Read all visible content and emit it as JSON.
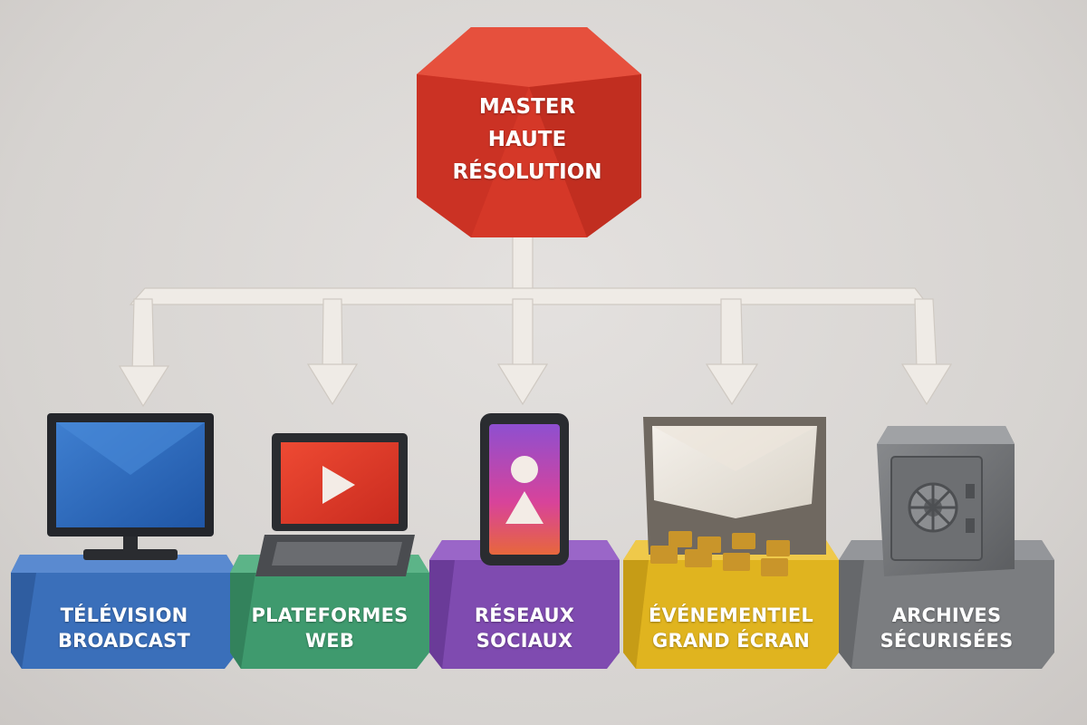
{
  "master": {
    "lines": [
      "MASTER",
      "HAUTE",
      "RÉSOLUTION"
    ],
    "color": "#d83a2b"
  },
  "outputs": [
    {
      "id": "television",
      "lines": [
        "TÉLÉVISION",
        "BROADCAST"
      ],
      "color": "#3a6fba",
      "icon": "tv-monitor-icon"
    },
    {
      "id": "web",
      "lines": [
        "PLATEFORMES",
        "WEB"
      ],
      "color": "#3f9a6e",
      "icon": "laptop-play-icon"
    },
    {
      "id": "social",
      "lines": [
        "RÉSEAUX",
        "SOCIAUX"
      ],
      "color": "#7f4bb0",
      "icon": "smartphone-profile-icon"
    },
    {
      "id": "events",
      "lines": [
        "ÉVÉNEMENTIEL",
        "GRAND ÉCRAN"
      ],
      "color": "#e0b41f",
      "icon": "cinema-screen-icon"
    },
    {
      "id": "archives",
      "lines": [
        "ARCHIVES",
        "SÉCURISÉES"
      ],
      "color": "#7b7d80",
      "icon": "safe-vault-icon"
    }
  ],
  "connector_color": "#efebe6"
}
